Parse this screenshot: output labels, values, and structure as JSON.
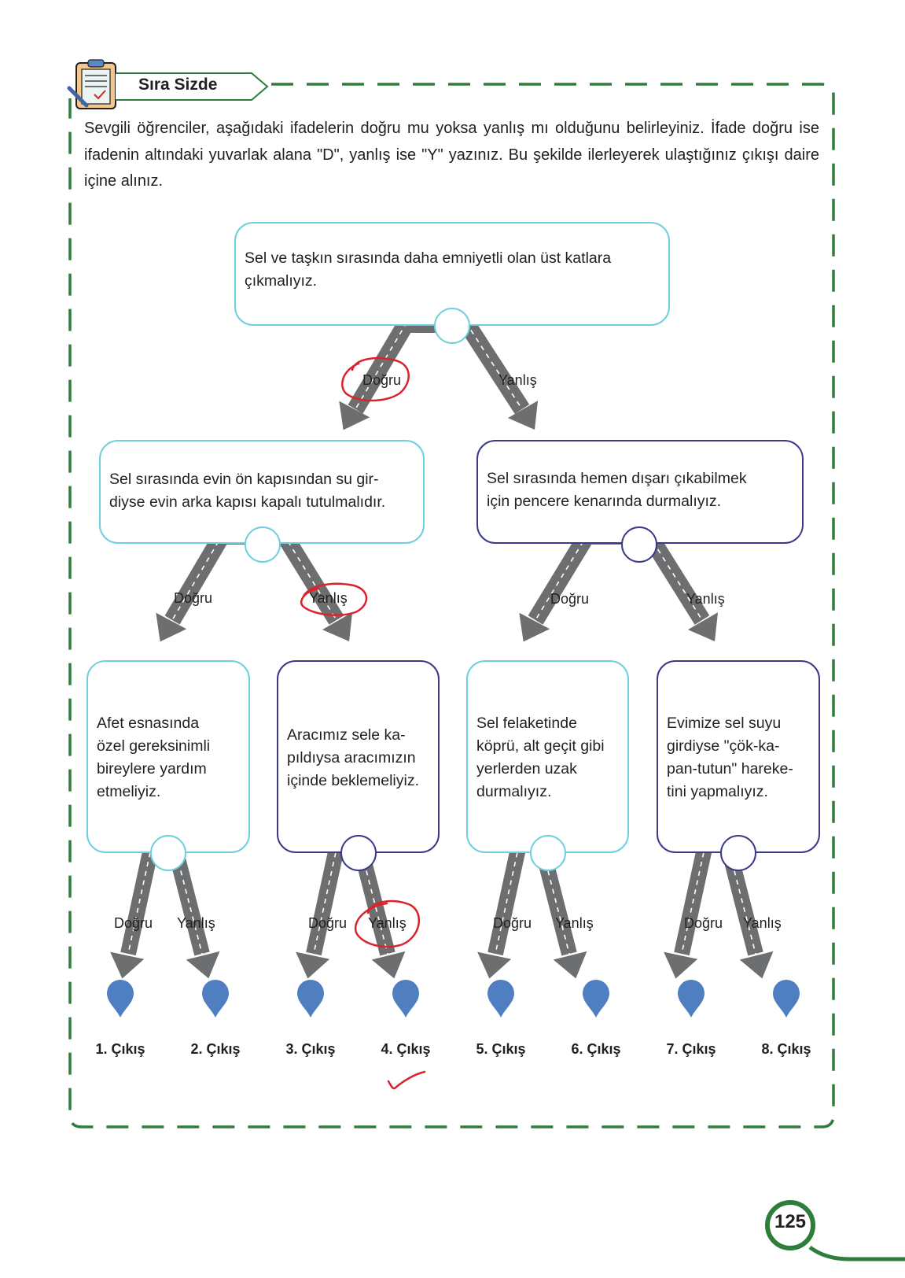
{
  "header": {
    "title": "Sıra Sizde"
  },
  "intro": "Sevgili öğrenciler, aşağıdaki ifadelerin doğru mu yoksa yanlış mı olduğunu belirleyiniz. İfade doğru ise ifadenin altındaki yuvarlak alana \"D\", yanlış ise \"Y\" yazınız. Bu şekilde ilerleyerek ulaştığınız çıkışı daire içine alınız.",
  "statements": {
    "root": [
      "Sel ve taşkın sırasında daha emniyetli olan üst katlara",
      "çıkmalıyız."
    ],
    "left": [
      "Sel sırasında evin ön kapısından su gir-",
      "diyse evin arka kapısı kapalı tutulmalıdır."
    ],
    "right": [
      "Sel sırasında hemen dışarı çıkabilmek",
      "için pencere kenarında durmalıyız."
    ],
    "leaf1": [
      "Afet esnasında",
      "özel gereksinimli",
      "bireylere yardım",
      "etmeliyiz."
    ],
    "leaf2": [
      "Aracımız sele ka-",
      "pıldıysa aracımızın",
      "içinde beklemeliyiz."
    ],
    "leaf3": [
      "Sel felaketinde",
      "köprü, alt geçit gibi",
      "yerlerden uzak",
      "durmalıyız."
    ],
    "leaf4": [
      "Evimize sel suyu",
      "girdiyse \"çök-ka-",
      "pan-tutun\" hareke-",
      "tini yapmalıyız."
    ]
  },
  "labels": {
    "true": "Doğru",
    "false": "Yanlış"
  },
  "exits": [
    "1. Çıkış",
    "2. Çıkış",
    "3. Çıkış",
    "4. Çıkış",
    "5. Çıkış",
    "6. Çıkış",
    "7. Çıkış",
    "8. Çıkış"
  ],
  "page_number": "125",
  "colors": {
    "frame_green": "#2e7d3a",
    "box_cyan": "#6fcfdc",
    "box_navy": "#3a3a86",
    "road_gray": "#6d6e70",
    "pin_blue": "#4f7fc1",
    "pen_red": "#d9232d"
  }
}
